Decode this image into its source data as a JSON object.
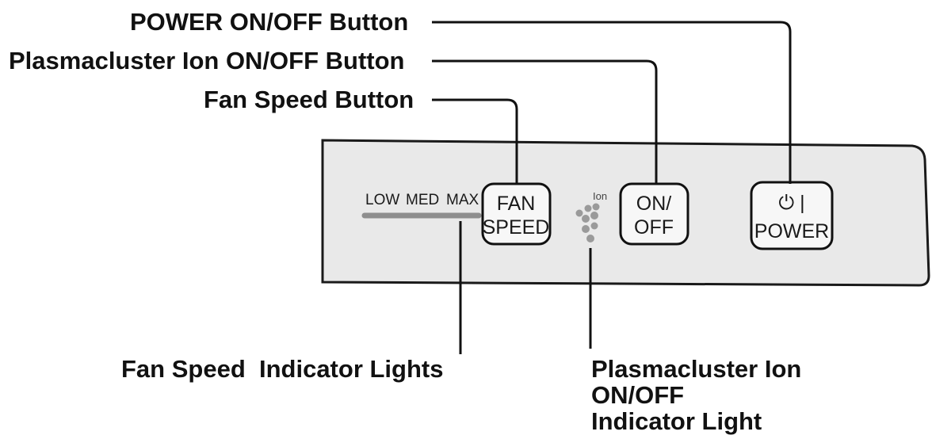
{
  "callouts": {
    "power_button": "POWER ON/OFF Button",
    "ion_button": "Plasmacluster Ion ON/OFF Button",
    "fan_speed_button": "Fan Speed Button",
    "fan_speed_lights": "Fan Speed  Indicator Lights",
    "ion_light_line1": "Plasmacluster Ion",
    "ion_light_line2": "ON/OFF",
    "ion_light_line3": "Indicator Light"
  },
  "panel": {
    "fan_levels": {
      "low": "LOW",
      "med": "MED",
      "max": "MAX"
    },
    "fan_button": {
      "line1": "FAN",
      "line2": "SPEED"
    },
    "ion_icon_label": "Ion",
    "ion_button": {
      "line1": "ON/",
      "line2": "OFF"
    },
    "power_button": {
      "symbol": "⏻ |",
      "label": "POWER"
    }
  },
  "colors": {
    "panel_fill": "#e9e9e9",
    "indicator_bar": "#8e8e8e",
    "ion_dots": "#9a9a9a"
  }
}
